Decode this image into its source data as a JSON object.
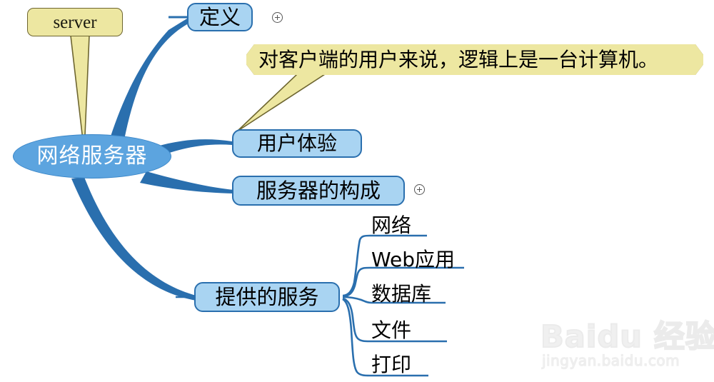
{
  "diagram": {
    "type": "mind-map",
    "root": {
      "label": "网络服务器",
      "fill": "#5CA4DF",
      "text_color": "#ffffff"
    },
    "branch_color": "#2A6FAE",
    "topic_fill": "#A9D4F2",
    "note_fill": "#EDE7A1",
    "note_border": "#6E6630",
    "topics": [
      {
        "label": "定义",
        "expandable": true,
        "expand_icon": "circled-plus-icon"
      },
      {
        "label": "用户体验",
        "expandable": false
      },
      {
        "label": "服务器的构成",
        "expandable": true,
        "expand_icon": "circled-plus-icon"
      },
      {
        "label": "提供的服务",
        "expandable": false
      }
    ],
    "leaves": [
      {
        "label": "网络"
      },
      {
        "label": "Web应用"
      },
      {
        "label": "数据库"
      },
      {
        "label": "文件"
      },
      {
        "label": "打印"
      }
    ],
    "callout": {
      "label": "server",
      "attached_to": "网络服务器"
    },
    "note": {
      "text": "对客户端的用户来说，逻辑上是一台计算机。",
      "attached_to": "用户体验"
    }
  },
  "watermark": {
    "main": "Baidu 经验",
    "sub": "jingyan.baidu.com"
  }
}
